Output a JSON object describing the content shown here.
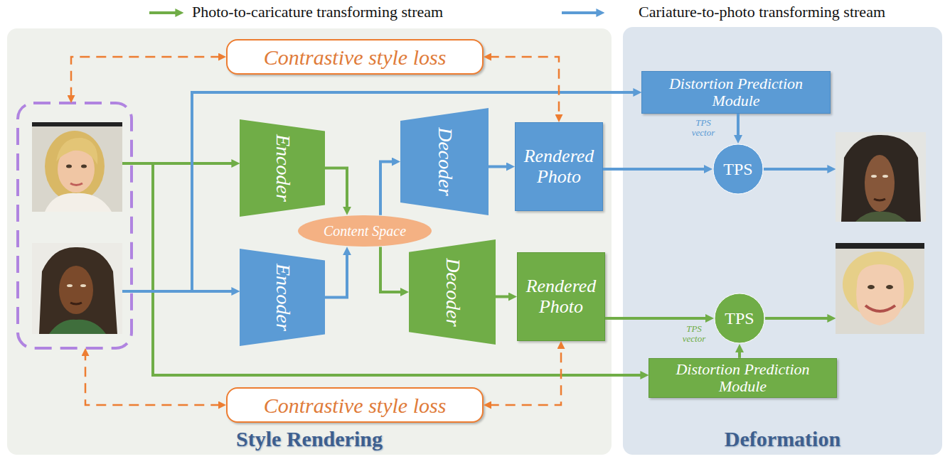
{
  "diagram": {
    "nodes": [
      {
        "text": [
          "Style Rendering"
        ]
      },
      {
        "text": [
          "Contrastive style loss"
        ],
        "in": 0
      },
      {
        "text": [
          "Encoder"
        ],
        "in": 0
      },
      {
        "text": [
          "Encoder"
        ],
        "in": 0
      },
      {
        "text": [
          "Content Space"
        ],
        "in": 0
      },
      {
        "text": [
          "Decoder"
        ],
        "in": 0
      },
      {
        "text": [
          "Rendered Photo"
        ],
        "in": 0
      },
      {
        "text": [
          "Decoder"
        ],
        "in": 0
      },
      {
        "text": [
          "Rendered Photo"
        ],
        "in": 0
      },
      {
        "text": [
          "Contrastive style loss"
        ],
        "in": 0
      },
      {
        "text": [
          "Deformation"
        ]
      },
      {
        "text": [
          "Distortion Prediction Module"
        ],
        "in": 10
      },
      {
        "text": [
          "TPS"
        ],
        "in": 10
      },
      {
        "text": [
          "TPS"
        ],
        "in": 10
      },
      {
        "text": [
          "Distortion Prediction Module"
        ],
        "in": 10
      }
    ],
    "edges": [
      {
        "from": 2,
        "to": 4,
        "arrow": "to"
      },
      {
        "from": 3,
        "to": 4,
        "arrow": "to"
      },
      {
        "from": 4,
        "to": 5,
        "arrow": "to"
      },
      {
        "from": 4,
        "to": 7,
        "arrow": "to"
      },
      {
        "from": 5,
        "to": 6,
        "arrow": "to"
      },
      {
        "from": 7,
        "to": 8,
        "arrow": "to"
      },
      {
        "from": 6,
        "to": 12,
        "arrow": "to"
      },
      {
        "from": 8,
        "to": 13,
        "arrow": "to"
      },
      {
        "from": 11,
        "to": 12,
        "arrow": "to"
      },
      {
        "from": 14,
        "to": 13,
        "arrow": "to"
      },
      {
        "from": 1,
        "to": 6,
        "arrow": "both"
      },
      {
        "from": 9,
        "to": 8,
        "arrow": "both"
      }
    ],
    "labels": [
      "TPS vector",
      "TPS vector"
    ],
    "legend": [
      {
        "text": "Photo-to-caricature transforming stream"
      },
      {
        "text": "Cariature-to-photo transforming stream"
      }
    ]
  }
}
